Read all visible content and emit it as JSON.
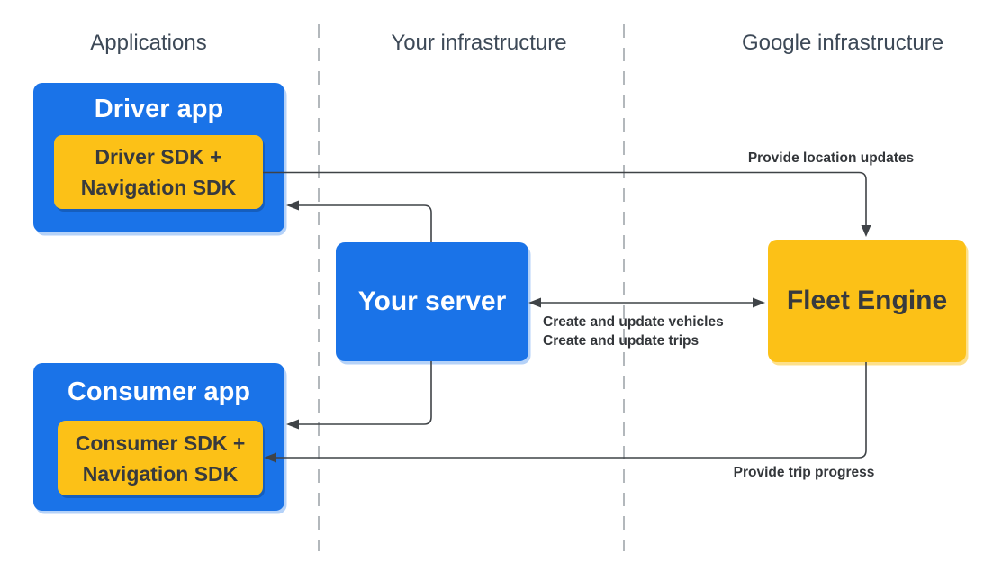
{
  "columns": [
    {
      "label": "Applications"
    },
    {
      "label": "Your infrastructure"
    },
    {
      "label": "Google infrastructure"
    }
  ],
  "nodes": {
    "driver_app": {
      "title": "Driver app",
      "sdk_line1": "Driver SDK +",
      "sdk_line2": "Navigation SDK"
    },
    "your_server": {
      "title": "Your server"
    },
    "fleet_engine": {
      "title": "Fleet Engine"
    },
    "consumer_app": {
      "title": "Consumer app",
      "sdk_line1": "Consumer SDK +",
      "sdk_line2": "Navigation SDK"
    }
  },
  "edges": {
    "location_updates": {
      "from": "Driver app",
      "to": "Fleet Engine",
      "label": "Provide location updates"
    },
    "server_to_driver": {
      "from": "Your server",
      "to": "Driver app"
    },
    "vehicles_trips": {
      "from": "Your server",
      "to": "Fleet Engine",
      "bidirectional": true,
      "label_line1": "Create and update vehicles",
      "label_line2": "Create and update trips"
    },
    "server_to_consumer": {
      "from": "Your server",
      "to": "Consumer app"
    },
    "trip_progress": {
      "from": "Fleet Engine",
      "to": "Consumer app",
      "label": "Provide trip progress"
    }
  },
  "colors": {
    "box_blue": "#1A73E8",
    "box_yellow": "#FCC117",
    "title_on_blue": "#FFFFFF",
    "text_on_yellow": "#373A3E",
    "arrow": "#3F4347",
    "label_text": "#33363A",
    "divider": "#9AA0A6",
    "header_text": "#3D4957"
  }
}
